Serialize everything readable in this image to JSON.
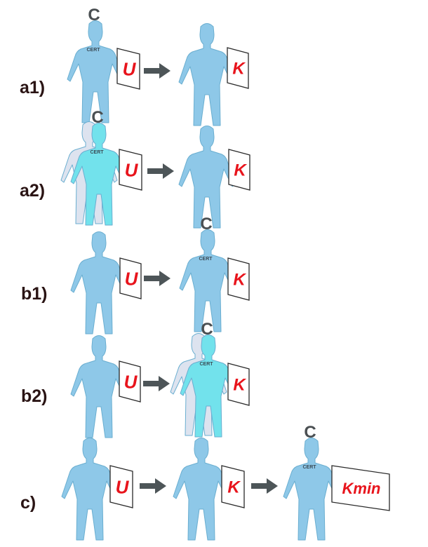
{
  "colors": {
    "person": "#8ec8e8",
    "person_outline": "#6aaed0",
    "duplicate_person": "#dde3ef",
    "clone_person": "#72e2ec",
    "arrow": "#4d5558",
    "card_letter": "#e8141c",
    "card_border": "#2a2a2a",
    "label": "#2a1414"
  },
  "icons": {
    "person": "person-silhouette-icon",
    "arrow": "right-arrow-icon",
    "card": "document-card-icon"
  },
  "rows": [
    {
      "label": "a1)",
      "figures": [
        {
          "cert": "CERT",
          "badge": "C",
          "card": "U",
          "style": "single"
        },
        {
          "cert": "",
          "badge": "",
          "card": "K",
          "style": "single"
        }
      ]
    },
    {
      "label": "a2)",
      "figures": [
        {
          "cert": "CERT",
          "badge": "C",
          "card": "U",
          "style": "duplicate"
        },
        {
          "cert": "",
          "badge": "",
          "card": "K",
          "style": "single"
        }
      ]
    },
    {
      "label": "b1)",
      "figures": [
        {
          "cert": "",
          "badge": "",
          "card": "U",
          "style": "single"
        },
        {
          "cert": "CERT",
          "badge": "C",
          "card": "K",
          "style": "single"
        }
      ]
    },
    {
      "label": "b2)",
      "figures": [
        {
          "cert": "",
          "badge": "",
          "card": "U",
          "style": "single"
        },
        {
          "cert": "CERT",
          "badge": "C",
          "card": "K",
          "style": "duplicate"
        }
      ]
    },
    {
      "label": "c)",
      "figures": [
        {
          "cert": "",
          "badge": "",
          "card": "U",
          "style": "single"
        },
        {
          "cert": "",
          "badge": "",
          "card": "K",
          "style": "single"
        },
        {
          "cert": "CERT",
          "badge": "C",
          "card": "Kmin",
          "style": "single"
        }
      ]
    }
  ]
}
